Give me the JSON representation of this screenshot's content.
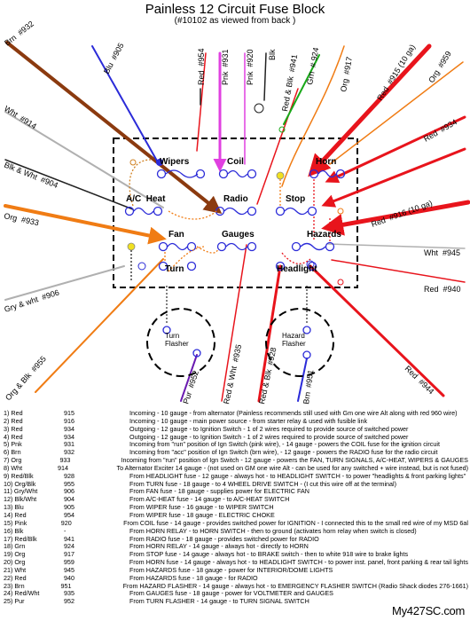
{
  "title": "Painless 12 Circuit Fuse Block",
  "subtitle": "(#10102 as viewed from back )",
  "fuse_labels": {
    "wipers": "Wipers",
    "coil": "Coil",
    "horn": "Horn",
    "ac_heat": "A/C  Heat",
    "radio": "Radio",
    "stop": "Stop",
    "fan": "Fan",
    "gauges": "Gauges",
    "hazards": "Hazards",
    "turn": "Turn",
    "headlight": "Headlight"
  },
  "flasher_labels": {
    "turn": "Turn\nFlasher",
    "hazard": "Hazard\nFlasher"
  },
  "wire_labels": {
    "brn932": "Brn  #932",
    "blu905": "Blu  #905",
    "red954": "Red  #954",
    "pnk931": "Pnk  #931",
    "pnk920": "Pnk  #920",
    "blk": "Blk",
    "redblk941": "Red & Blk  #941",
    "grn924": "Grn  # 924",
    "org917": "Org  #917",
    "red915": "Red  #915 (10 ga)",
    "org959": "Org  #959",
    "wht914": "Wht  #914",
    "red934": "Red  #934",
    "blkwht904": "Blk & Wht  #904",
    "red916": "Red  #916 (10 ga)",
    "org933": "Org  #933",
    "wht945": "Wht  #945",
    "red940": "Red  #940",
    "grywht906": "Gry & wht  #906",
    "orgblk955": "Org & Blk  #955",
    "pur952": "Pur  #952",
    "redwht935": "Red & Wht  #935",
    "redblk928": "Red & Blk  #928",
    "brn951": "Brn  #951",
    "red944": "Red  #944"
  },
  "legend": [
    [
      "1)   Red",
      "915",
      "",
      "Incoming - 10 gauge - from alternator (Painless recommends still used with Gm one wire Alt along with red 960 wire)"
    ],
    [
      "2)   Red",
      "916",
      "",
      "Incoming - 10 gauge - main power source - from starter relay & used with fusible link"
    ],
    [
      "3)   Red",
      "934",
      "",
      "Outgoing - 12 gauge - to Ignition Switch - 1 of 2 wires required to provide source of switched power"
    ],
    [
      "4)   Red",
      "934",
      "",
      "Outgoing - 12 gauge - to Ignition Switch - 1 of 2 wires required to provide source of switched power"
    ],
    [
      "5)   Pnk",
      "931",
      "",
      "Incoming from \"run\" position of Ign Switch (pink wire),  - 14 gauge - powers the COIL fuse for the ignition circuit"
    ],
    [
      "6)   Brn",
      "932",
      "",
      "Incoming from \"acc\" position of Ign Switch (brn wire),  - 12 gauge - powers the RADIO fuse for the radio circuit"
    ],
    [
      "7)   Org",
      "933",
      "",
      "Incoming from \"run\" position of Ign Switch - 12 gauge - powers the FAN, TURN SIGNALS, A/C-HEAT, WIPERS & GAUGES"
    ],
    [
      "8)   Wht",
      "914",
      "",
      "To Alternator Exciter  14 gauge - (not used on GM one wire Alt - can be used for any switched + wire instead, but is not fused)"
    ],
    [
      "9)   Red/Blk",
      "928",
      "",
      "From HEADLIGHT fuse - 12 gauge - always hot - to HEADLIGHT SWITCH - to power \"headlights & front parking lights\""
    ],
    [
      "10) Org/Blk",
      "955",
      "",
      "From TURN fuse - 18 gauge - to 4 WHEEL DRIVE SWITCH - (I cut this wire off at the terminal)"
    ],
    [
      "11) Gry/Wht",
      "906",
      "",
      "From FAN fuse - 18 gauge - supplies power for ELECTRIC FAN"
    ],
    [
      "12) Blk/Wht",
      "904",
      "",
      "From A/C-HEAT fuse -  14 gauge - to A/C-HEAT SWITCH"
    ],
    [
      "13) Blu",
      "905",
      "",
      "From WIPER fuse - 16 gauge - to WIPER SWITCH"
    ],
    [
      "14) Red",
      "954",
      "",
      "From WIPER fuse - 18 gauge - ELECTRIC CHOKE"
    ],
    [
      "15) Pink",
      "920",
      "",
      "From COIL fuse - 14 gauge - provides switched power for IGNITION - I connected this to the small red wire of my MSD 6al"
    ],
    [
      "16) Blk",
      "-",
      "",
      "From HORN RELAY - to HORN SWITCH - then to ground (activates horn relay when switch is closed)"
    ],
    [
      "17)  Red/Blk",
      "941",
      "",
      "From RADIO fuse - 18 gauge - provides switched power for RADIO"
    ],
    [
      "18) Grn",
      "924",
      "",
      "From HORN RELAY - 14 gauge -  always hot - directly to HORN"
    ],
    [
      "19) Org",
      "917",
      "",
      "From STOP fuse - 14 gauge - always hot - to BRAKE switch - then to white 918 wire to brake lights"
    ],
    [
      "20) Org",
      "959",
      "",
      "From HORN fuse - 14 gauge - always hot - to HEADLIGHT SWITCH - to power inst. panel, front parking & rear tail lights"
    ],
    [
      "21) Wht",
      "945",
      "",
      "From HAZARDS fuse - 18 gauge - power for INTERIOR/DOME LIGHTS"
    ],
    [
      "22) Red",
      "940",
      "",
      "From HAZARDS fuse - 18 gauge - for RADIO"
    ],
    [
      "23) Brn",
      "951",
      "",
      "From HAZARD FLASHER - 14 gauge - always hot - to EMERGENCY FLASHER SWITCH (Radio Shack diodes 276-1661)"
    ],
    [
      "24) Red/Wht",
      "935",
      "",
      "From GAUGES fuse - 18 gauge - power for VOLTMETER and GAUGES"
    ],
    [
      "25) Pur",
      "952",
      "",
      "From TURN FLASHER - 14 gauge - to TURN SIGNAL SWITCH"
    ]
  ],
  "brand": "My427SC.com"
}
